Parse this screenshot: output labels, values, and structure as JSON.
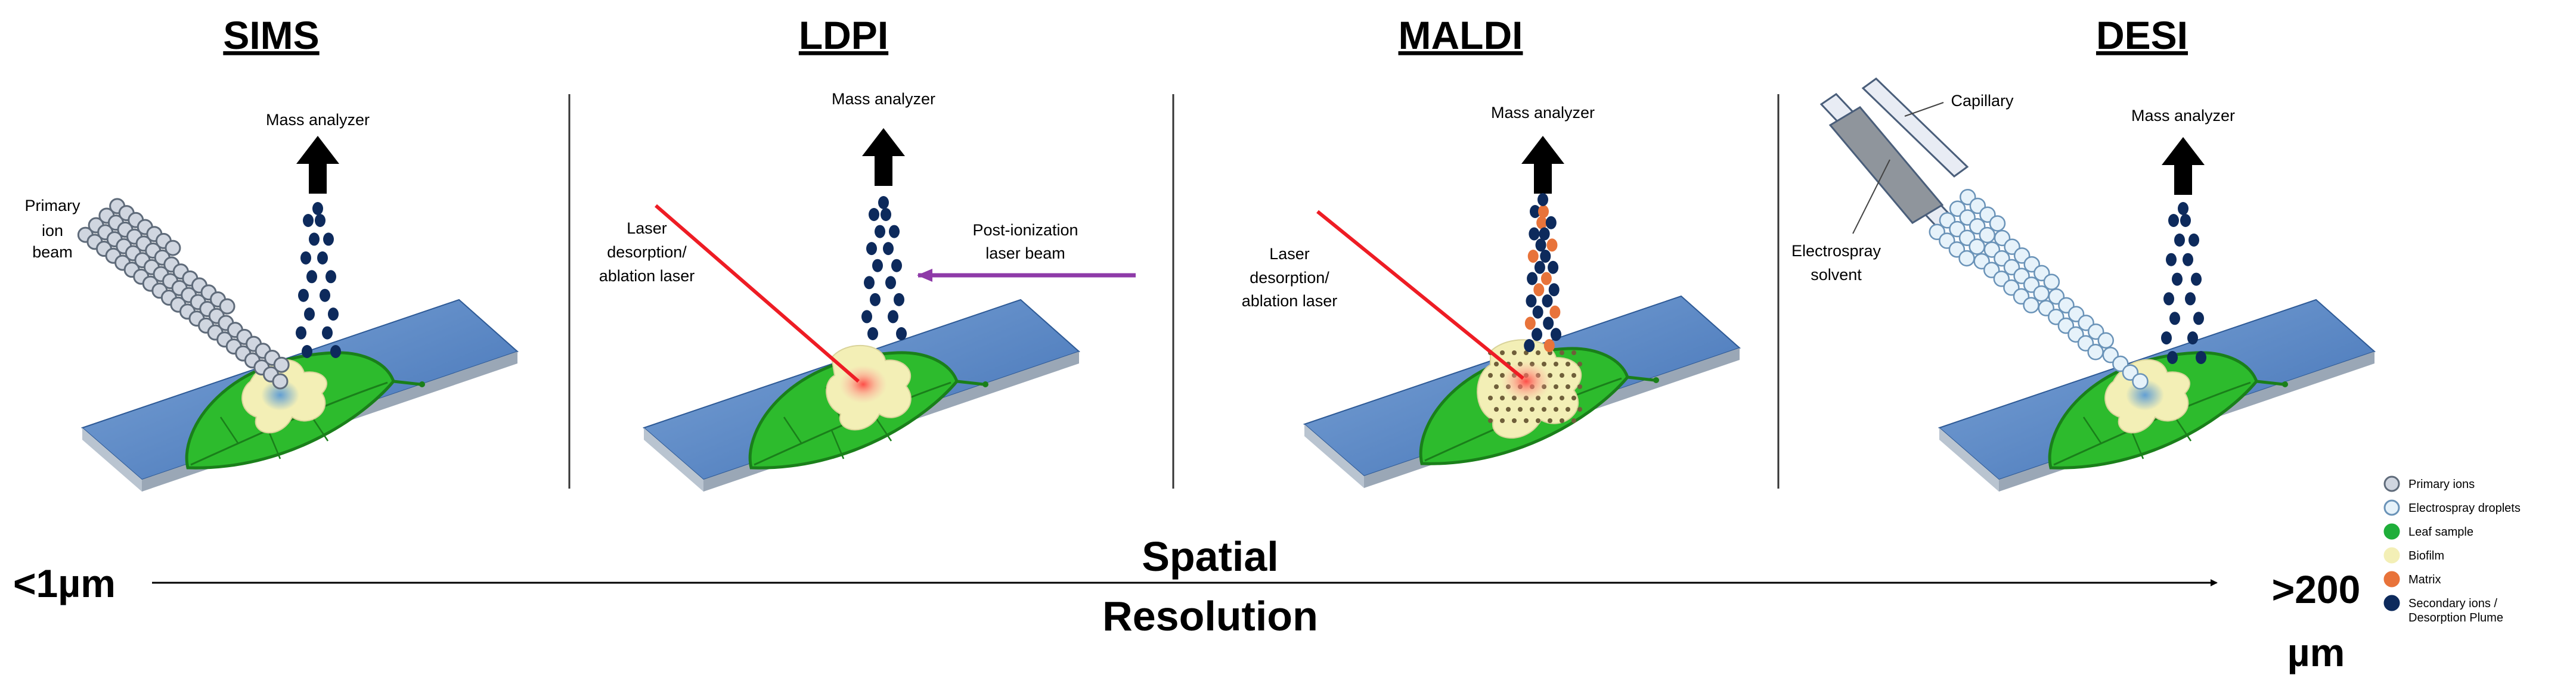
{
  "panels": [
    {
      "title": "SIMS",
      "mass_analyzer": "Mass analyzer",
      "labels": {
        "primary_ion_beam": [
          "Primary",
          "ion",
          "beam"
        ]
      }
    },
    {
      "title": "LDPI",
      "mass_analyzer": "Mass analyzer",
      "labels": {
        "laser": [
          "Laser",
          "desorption/",
          "ablation laser"
        ],
        "post_ionization": [
          "Post-ionization",
          "laser beam"
        ]
      }
    },
    {
      "title": "MALDI",
      "mass_analyzer": "Mass analyzer",
      "labels": {
        "laser": [
          "Laser",
          "desorption/",
          "ablation laser"
        ]
      }
    },
    {
      "title": "DESI",
      "mass_analyzer": "Mass analyzer",
      "labels": {
        "capillary": "Capillary",
        "solvent": [
          "Electrospray",
          "solvent"
        ]
      }
    }
  ],
  "axis": {
    "left": "<1µm",
    "center": [
      "Spatial",
      "Resolution"
    ],
    "right": [
      ">200",
      "µm"
    ]
  },
  "legend": [
    {
      "label": "Primary ions",
      "color": "#d0d6e0",
      "stroke": "#5f6b7a"
    },
    {
      "label": "Electrospray droplets",
      "color": "#e6f2fa",
      "stroke": "#6a93b8"
    },
    {
      "label": "Leaf sample",
      "color": "#1fae3a",
      "stroke": "#1fae3a"
    },
    {
      "label": "Biofilm",
      "color": "#f3efb6",
      "stroke": "#f3efb6"
    },
    {
      "label": "Matrix",
      "color": "#e8733a",
      "stroke": "#e8733a"
    },
    {
      "label": "Secondary ions /\nDesorption Plume",
      "color": "#0d2a5c",
      "stroke": "#0d2a5c"
    }
  ],
  "colors": {
    "laser": "#ee1c24",
    "post_ionization": "#8e3aa8",
    "slide": "#4f7fbf",
    "leaf": "#2dbb2d",
    "ion": "#0d2a5c"
  }
}
